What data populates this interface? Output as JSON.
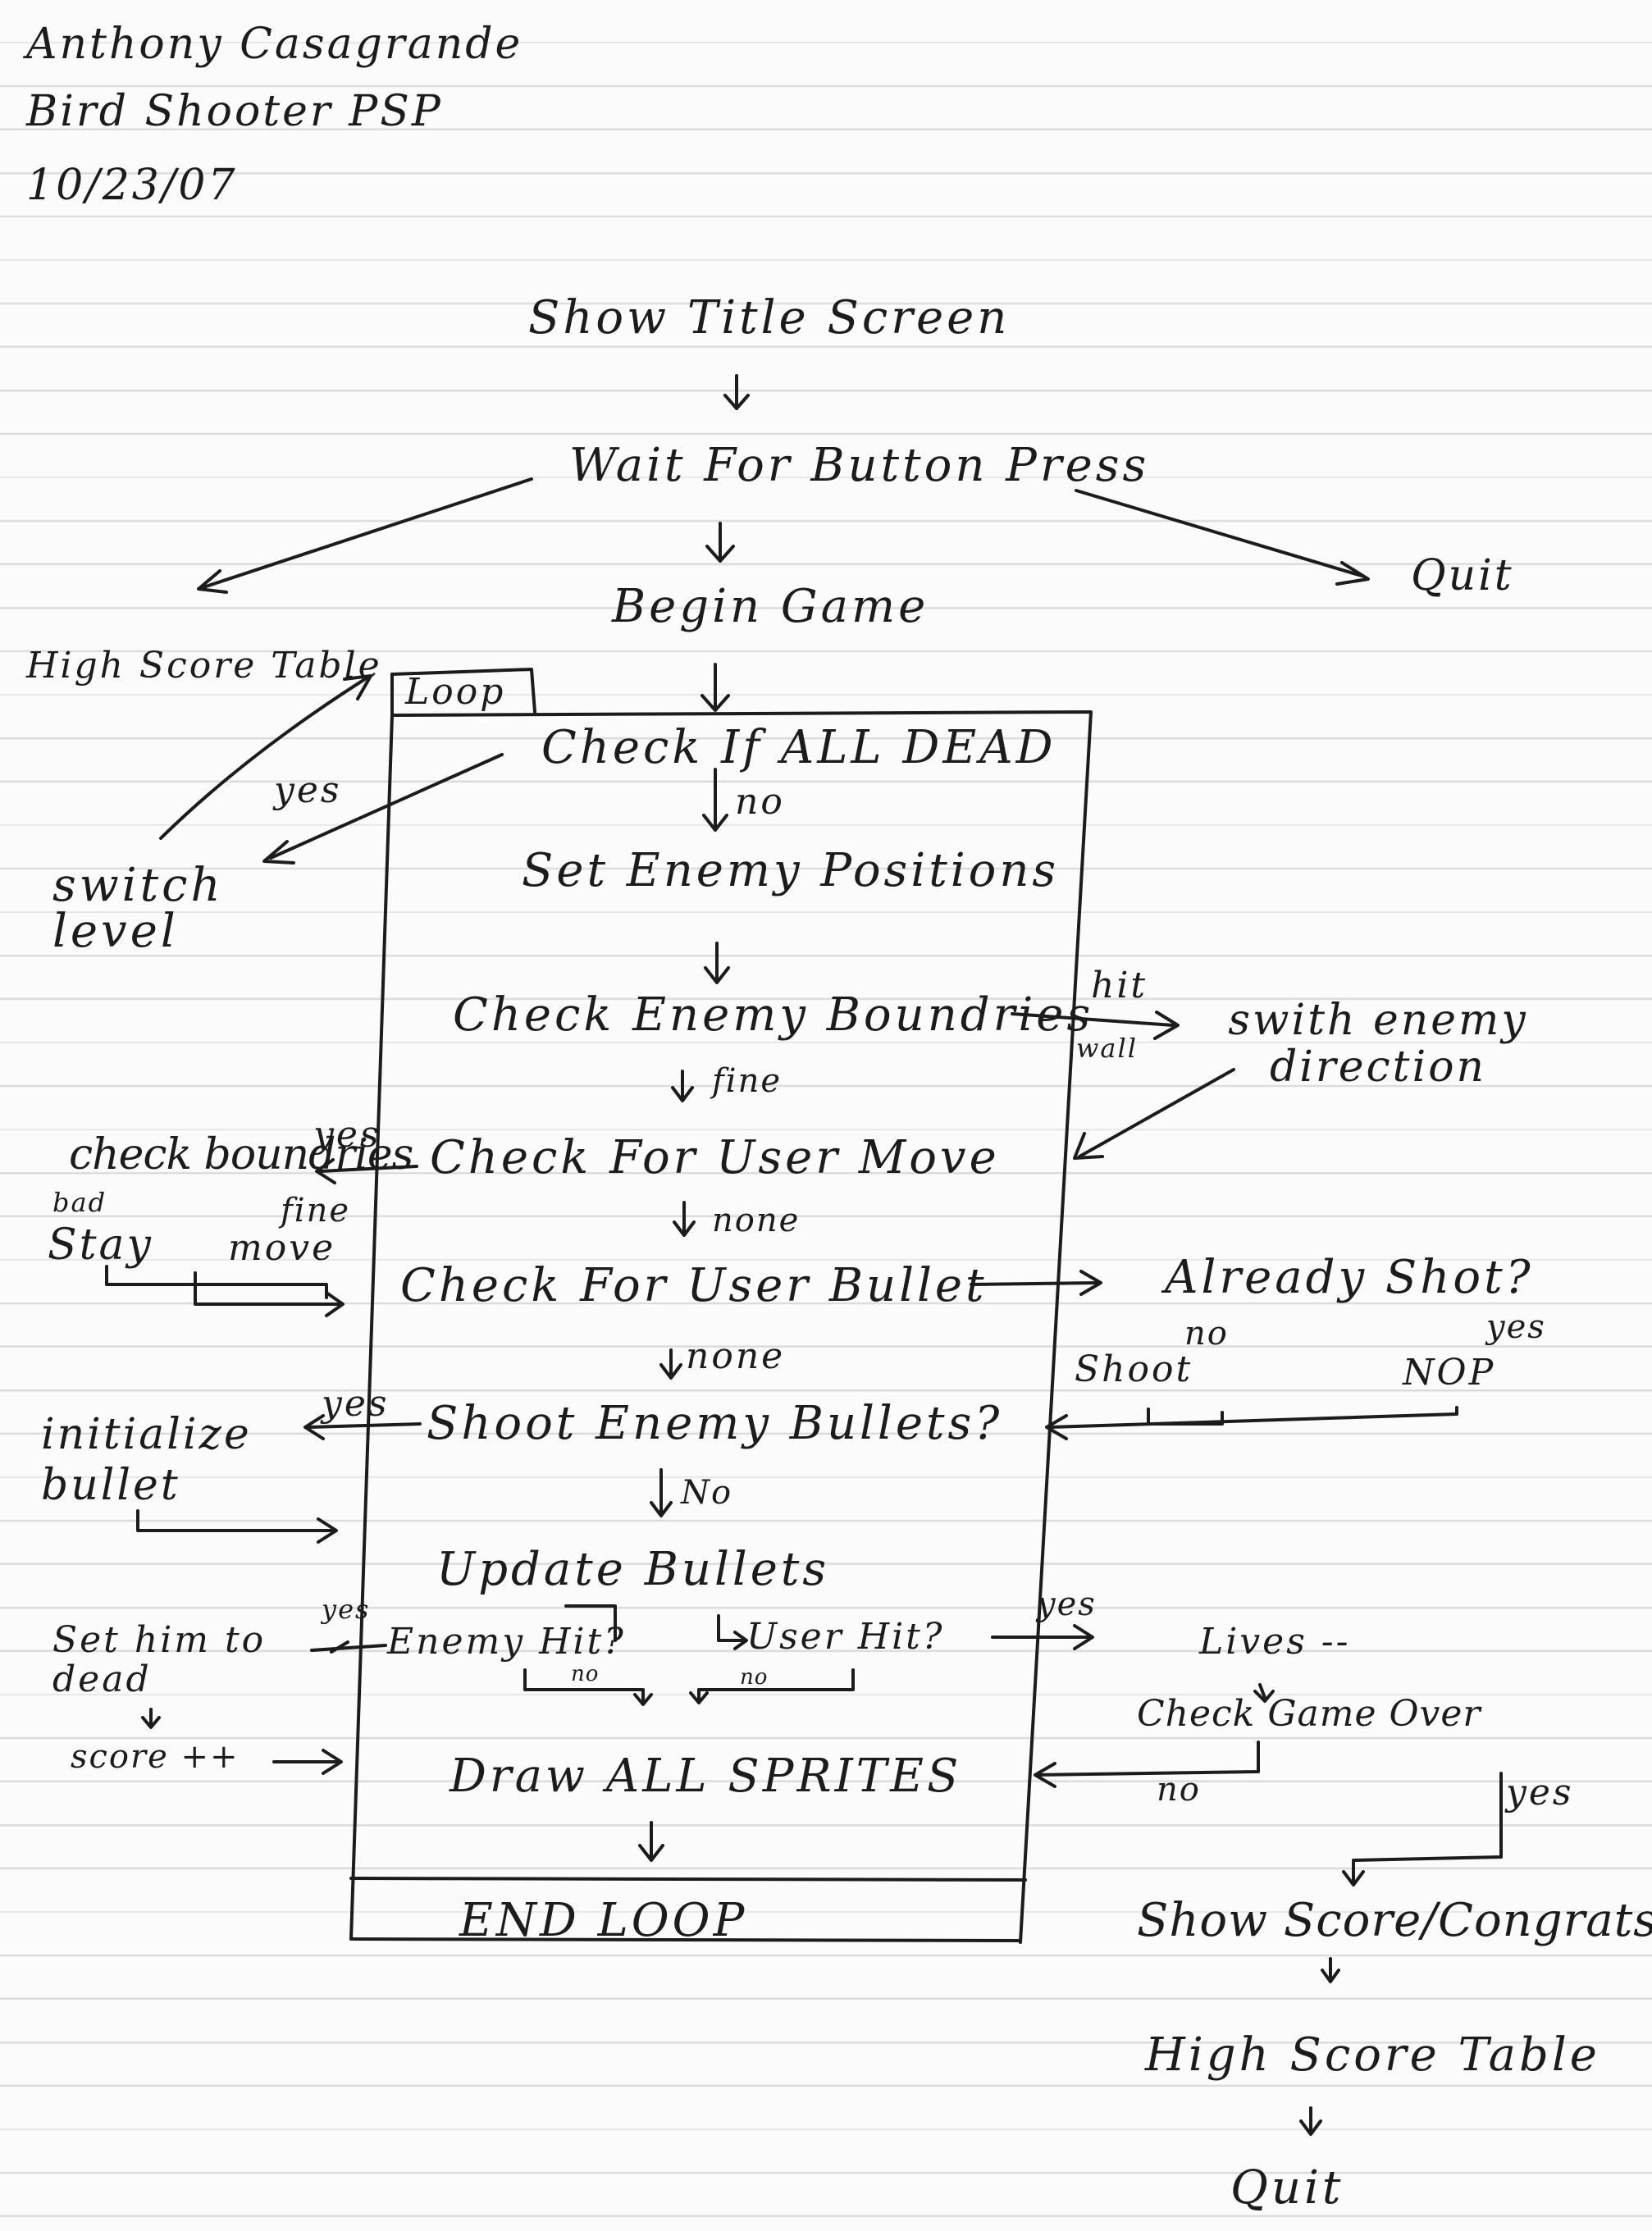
{
  "header": {
    "author": "Anthony Casagrande",
    "project": "Bird Shooter PSP",
    "date": "10/23/07"
  },
  "flow": {
    "title_screen": "Show Title Screen",
    "wait_button": "Wait For Button Press",
    "quit_top": "Quit",
    "high_score_left": "High Score Table",
    "begin_game": "Begin Game",
    "loop": "Loop",
    "check_dead": "Check If ALL DEAD",
    "switch_level": "switch level",
    "set_enemy": "Set Enemy Positions",
    "check_bounds": "Check Enemy Boundries",
    "switch_dir": "swith enemy direction",
    "check_move": "Check For User Move",
    "check_boundries_small": "check boundries",
    "stay": "Stay",
    "move": "move",
    "check_bullet": "Check For User Bullet",
    "already_shot": "Already Shot?",
    "shoot": "Shoot",
    "nop": "NOP",
    "shoot_enemy": "Shoot Enemy Bullets?",
    "init_bullet": "initialize bullet",
    "update_bullets": "Update Bullets",
    "enemy_hit": "Enemy Hit?",
    "user_hit": "User Hit?",
    "set_dead": "Set him to dead",
    "score_pp": "score ++",
    "lives": "Lives --",
    "check_game_over": "Check Game Over",
    "draw_sprites": "Draw ALL SPRITES",
    "end_loop": "END LOOP",
    "show_score": "Show Score/Congrats",
    "high_score_table": "High Score Table",
    "quit_bottom": "Quit"
  },
  "labels": {
    "yes_dead": "yes",
    "no_dead": "no",
    "hit": "hit",
    "wall": "wall",
    "fine_bounds": "fine",
    "yes_move": "yes",
    "bad": "bad",
    "fine_move": "fine",
    "none_move": "none",
    "no_shot": "no",
    "yes_shot": "yes",
    "none_bullet": "none",
    "yes_enemy_bullets": "yes",
    "no_enemy_bullets": "No",
    "yes_enemy_hit": "yes",
    "no_enemy_hit": "no",
    "no_user_hit": "no",
    "yes_user_hit": "yes",
    "no_game_over": "no",
    "yes_game_over": "yes"
  }
}
